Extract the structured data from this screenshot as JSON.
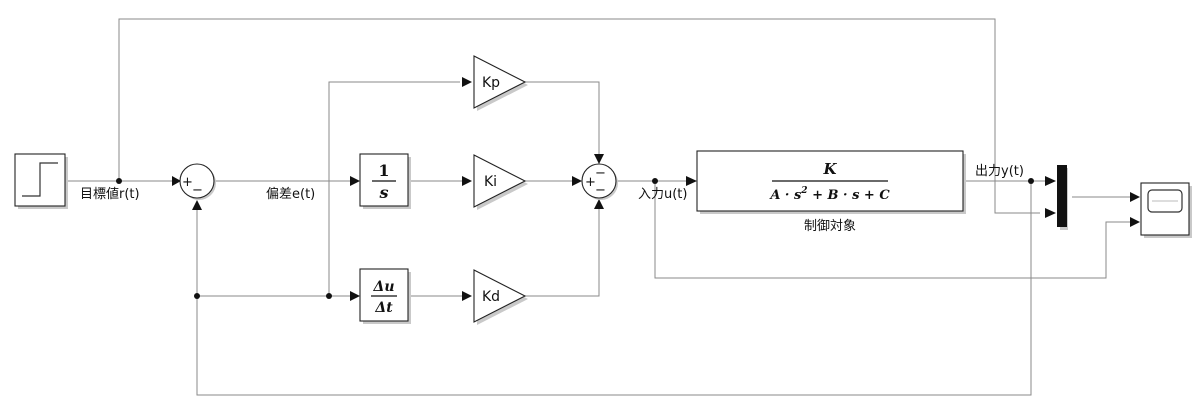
{
  "signals": {
    "reference": "目標値r(t)",
    "error": "偏差e(t)",
    "input": "入力u(t)",
    "output": "出力y(t)"
  },
  "gains": {
    "kp": "Kp",
    "ki": "Ki",
    "kd": "Kd"
  },
  "integrator": {
    "numerator": "1",
    "denominator": "s"
  },
  "derivative": {
    "numerator": "Δu",
    "denominator": "Δt"
  },
  "plant": {
    "numerator": "K",
    "den_a": "A · s",
    "den_exp": "2",
    "den_rest": " + B · s + C",
    "label": "制御対象"
  },
  "sum1": {
    "sign_left": "+",
    "sign_bottom": "−"
  },
  "sum2": {
    "sign_left": "+",
    "sign_top": "−",
    "sign_bottom": "−"
  },
  "colors": {
    "wire": "#8a8a8a",
    "block_border": "#222222",
    "mux": "#111111"
  }
}
